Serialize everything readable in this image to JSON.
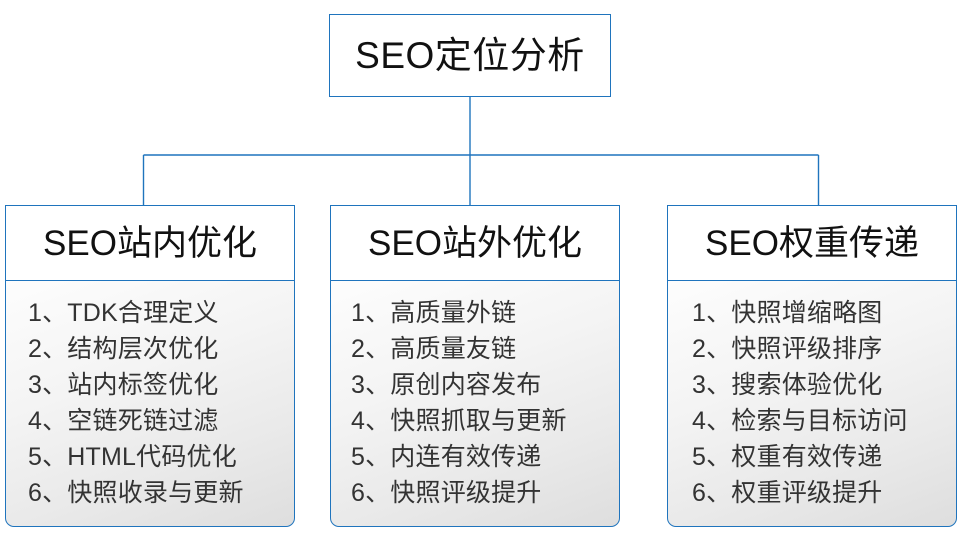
{
  "diagram": {
    "type": "org-tree",
    "root": {
      "label": "SEO定位分析"
    },
    "branches": [
      {
        "header": "SEO站内优化",
        "items": [
          "1、TDK合理定义",
          "2、结构层次优化",
          "3、站内标签优化",
          "4、空链死链过滤",
          "5、HTML代码优化",
          "6、快照收录与更新"
        ]
      },
      {
        "header": "SEO站外优化",
        "items": [
          "1、高质量外链",
          "2、高质量友链",
          "3、原创内容发布",
          "4、快照抓取与更新",
          "5、内连有效传递",
          "6、快照评级提升"
        ]
      },
      {
        "header": "SEO权重传递",
        "items": [
          "1、快照增缩略图",
          "2、快照评级排序",
          "3、搜索体验优化",
          "4、检索与目标访问",
          "5、权重有效传递",
          "6、权重评级提升"
        ]
      }
    ],
    "colors": {
      "border": "#1f74bd",
      "connector": "#1f74bd",
      "header_fill": "#ffffff",
      "body_fill_top": "#fdfdfd",
      "body_fill_bottom": "#dedede",
      "title_text": "#111111",
      "item_text": "#333333",
      "background": "#ffffff"
    }
  }
}
